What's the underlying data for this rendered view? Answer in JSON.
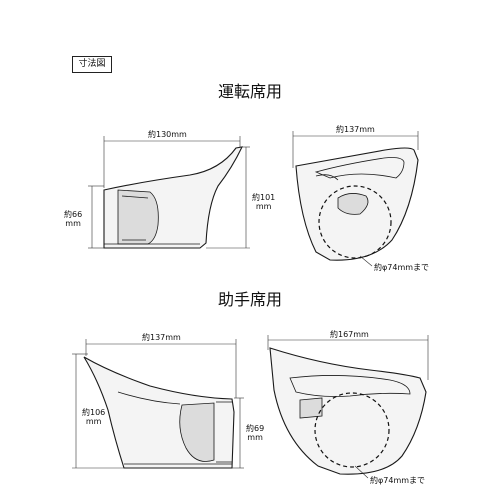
{
  "badge_label": "寸法図",
  "driver": {
    "heading": "運転席用",
    "side": {
      "width": "約130mm",
      "height_left": [
        "約66",
        "mm"
      ],
      "height_right": [
        "約101",
        "mm"
      ]
    },
    "front": {
      "width": "約137mm",
      "diameter": "約φ74mmまで"
    }
  },
  "passenger": {
    "heading": "助手席用",
    "side": {
      "width": "約137mm",
      "height_left": [
        "約106",
        "mm"
      ],
      "height_right": [
        "約69",
        "mm"
      ]
    },
    "front": {
      "width": "約167mm",
      "diameter": "約φ74mmまで"
    }
  }
}
